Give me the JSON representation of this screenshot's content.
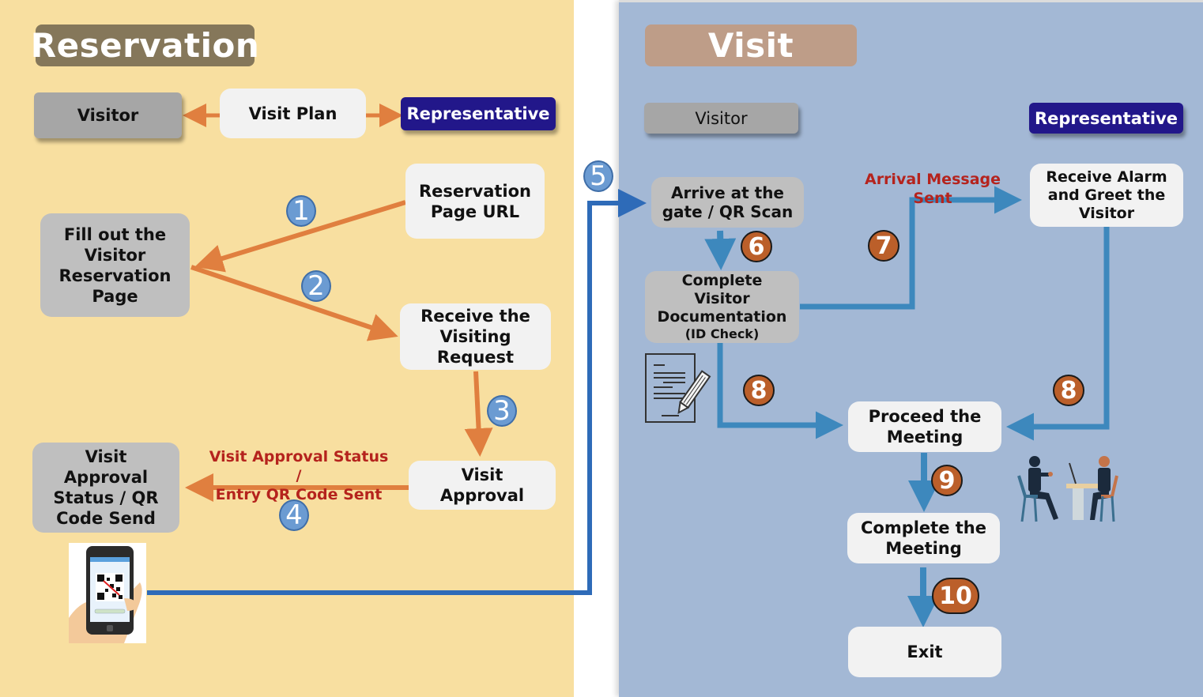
{
  "colors": {
    "reservation_bg": "#f8dfa0",
    "visit_bg": "#a3b8d5",
    "orange_arrow": "#e07f3f",
    "blue_link": "#2e6bb8",
    "steel_arrow": "#3d88bd",
    "red_label": "#b5231d",
    "navy": "#22178a"
  },
  "reservation": {
    "title": "Reservation",
    "visitor": "Visitor",
    "visit_plan": "Visit Plan",
    "representative": "Representative",
    "reservation_page_url": "Reservation\nPage URL",
    "fill_out": "Fill out the\nVisitor\nReservation\nPage",
    "receive_request": "Receive the\nVisiting\nRequest",
    "visit_approval": "Visit\nApproval",
    "approval_status": "Visit\nApproval\nStatus / QR\nCode Send",
    "approval_label": "Visit Approval Status /\nEntry QR Code Sent",
    "phone_icon": "qr-phone-scan-icon",
    "steps": [
      "1",
      "2",
      "3",
      "4",
      "5"
    ]
  },
  "visit": {
    "title": "Visit",
    "visitor": "Visitor",
    "representative": "Representative",
    "arrive": "Arrive at the\ngate / QR Scan",
    "complete_doc": "Complete\nVisitor\nDocumentation",
    "id_check": "(ID Check)",
    "arrival_label": "Arrival Message Sent",
    "receive_alarm": "Receive Alarm\nand Greet the\nVisitor",
    "proceed": "Proceed the\nMeeting",
    "complete_meeting": "Complete the\nMeeting",
    "exit": "Exit",
    "document_icon": "document-pencil-icon",
    "meeting_icon": "meeting-people-icon",
    "steps": [
      "6",
      "7",
      "8",
      "8",
      "9",
      "10"
    ]
  }
}
